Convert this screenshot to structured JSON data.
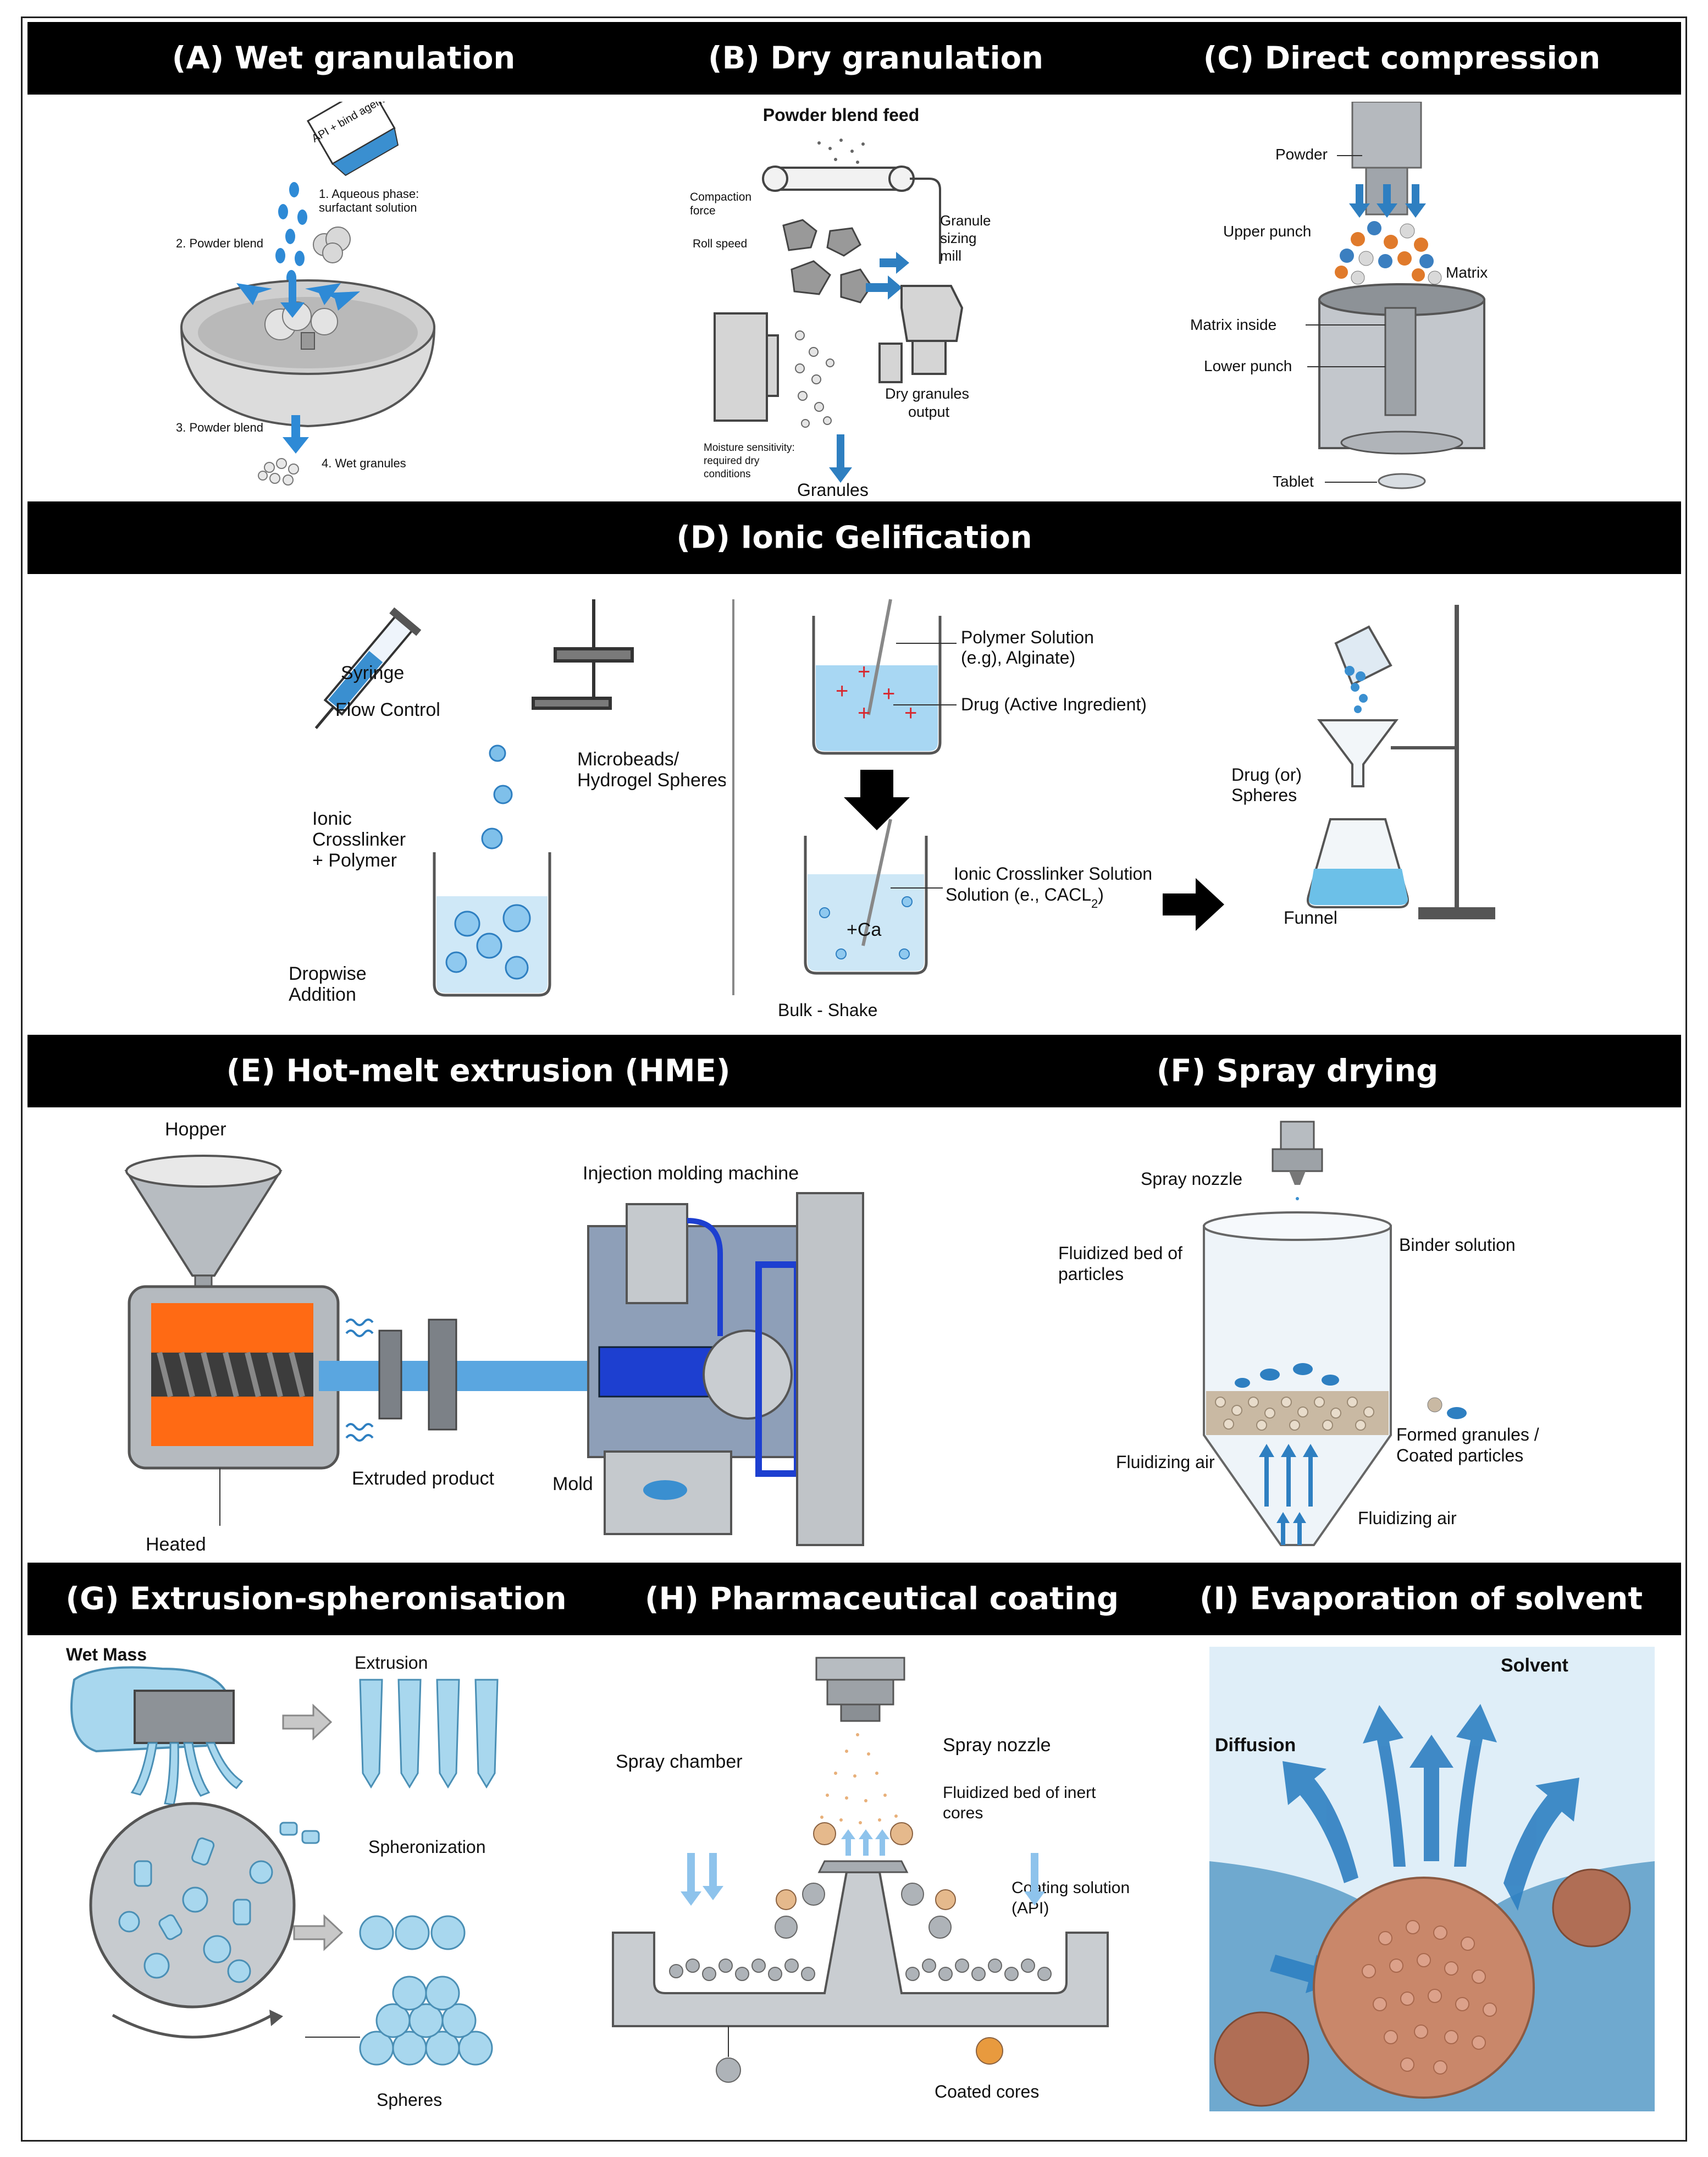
{
  "headers": {
    "a": "(A) Wet granulation",
    "b": "(B) Dry granulation",
    "c": "(C) Direct compression",
    "d": "(D) Ionic Gelification",
    "e": "(E) Hot-melt extrusion (HME)",
    "f": "(F) Spray drying",
    "g": "(G) Extrusion-spheronisation",
    "h": "(H) Pharmaceutical coating",
    "i": "(I) Evaporation of solvent"
  },
  "wet": {
    "bag": "API + bind agent",
    "step1a": "1. Aqueous phase:",
    "step1b": "surfactant solution",
    "step2": "2. Powder blend",
    "step3": "3. Powder blend",
    "step4": "4. Wet granules"
  },
  "dry": {
    "feed": "Powder blend feed",
    "compaction1": "Compaction",
    "compaction2": "force",
    "roll": "Roll speed",
    "mill1": "Granule",
    "mill2": "sizing",
    "mill3": "mill",
    "out1": "Dry granules",
    "out2": "output",
    "moist1": "Moisture sensitivity:",
    "moist2": "required dry",
    "moist3": "conditions",
    "granules": "Granules"
  },
  "direct": {
    "powder": "Powder",
    "upper": "Upper punch",
    "matrix": "Matrix",
    "matrix_inside": "Matrix inside",
    "lower": "Lower punch",
    "tablet": "Tablet"
  },
  "ionic": {
    "syringe": "Syringe",
    "flow": "Flow Control",
    "micro1": "Microbeads/",
    "micro2": "Hydrogel Spheres",
    "cross1": "Ionic",
    "cross2": "Crosslinker",
    "cross3": "+ Polymer",
    "drop1": "Dropwise",
    "drop2": "Addition",
    "poly1": "Polymer Solution",
    "poly2": "(e.g), Alginate)",
    "drug": "Drug (Active Ingredient)",
    "ics1": "Ionic Crosslinker Solution",
    "ics2": "Solution (e., CACL",
    "ics2_sub": "2",
    "ics2_end": ")",
    "ca": "+Ca",
    "bulk": "Bulk - Shake",
    "spheres1": "Drug (or)",
    "spheres2": "Spheres",
    "funnel": "Funnel"
  },
  "hme": {
    "hopper": "Hopper",
    "injection": "Injection molding machine",
    "extruded": "Extruded product",
    "mold": "Mold",
    "heated": "Heated"
  },
  "spray": {
    "nozzle": "Spray nozzle",
    "binder": "Binder solution",
    "bed1": "Fluidized bed of",
    "bed2": "particles",
    "formed1": "Formed granules /",
    "formed2": "Coated particles",
    "air1": "Fluidizing air",
    "air2": "Fluidizing air"
  },
  "extsph": {
    "wet": "Wet Mass",
    "extrusion": "Extrusion",
    "spheronization": "Spheronization",
    "spheres": "Spheres"
  },
  "coating": {
    "chamber": "Spray chamber",
    "nozzle": "Spray nozzle",
    "bed1": "Fluidized bed of inert",
    "bed2": "cores",
    "coat1": "Coating solution",
    "coat2": "(API)",
    "cores": "Coated cores"
  },
  "evap": {
    "solvent": "Solvent",
    "diffusion": "Diffusion"
  },
  "colors": {
    "header": "#000000",
    "blue": "#2e7fc1",
    "steel": "#a8adb3",
    "copper": "#c9876a"
  }
}
